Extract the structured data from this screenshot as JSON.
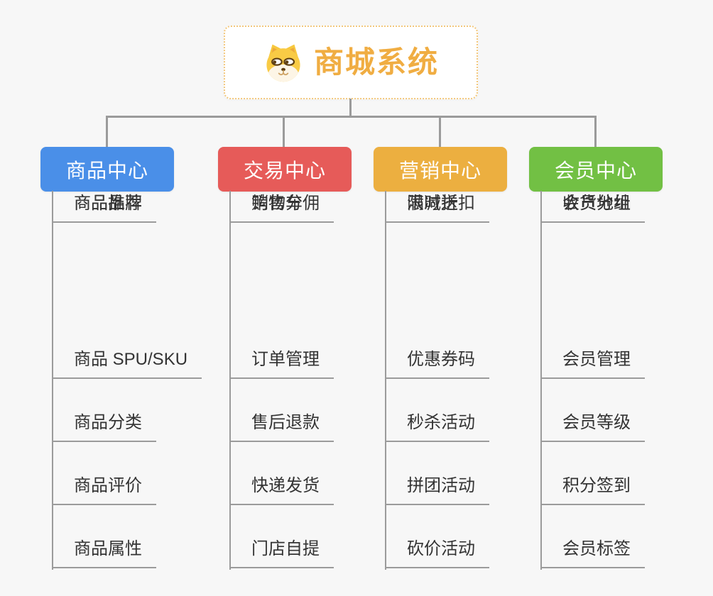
{
  "page": {
    "background_color": "#f7f7f7",
    "connector_color": "#9b9b9b",
    "child_text_color": "#333333"
  },
  "root": {
    "label": "商城系统",
    "icon": "dog-face-icon",
    "text_color": "#f0ad42",
    "border_color": "#f3c87d"
  },
  "branches": [
    {
      "label": "商品中心",
      "color": "#4a8fe8",
      "children": [
        "商品 SPU/SKU",
        "商品分类",
        "商品评价",
        "商品属性",
        "商品推荐",
        "商品品牌"
      ]
    },
    {
      "label": "交易中心",
      "color": "#e65b59",
      "children": [
        "订单管理",
        "售后退款",
        "快递发货",
        "门店自提",
        "购物车",
        "销售分佣"
      ]
    },
    {
      "label": "营销中心",
      "color": "#ecaf40",
      "children": [
        "优惠券码",
        "秒杀活动",
        "拼团活动",
        "砍价活动",
        "限时折扣",
        "满减送"
      ]
    },
    {
      "label": "会员中心",
      "color": "#72c044",
      "children": [
        "会员管理",
        "会员等级",
        "积分签到",
        "会员标签",
        "会员分组",
        "收货地址"
      ]
    }
  ]
}
